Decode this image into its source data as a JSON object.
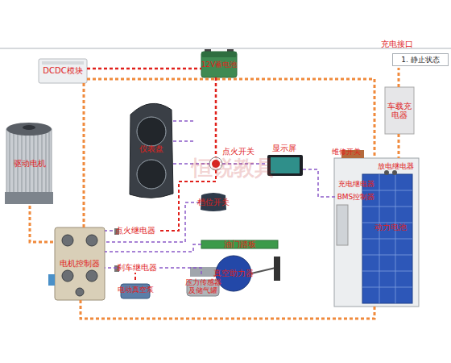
{
  "diagram": {
    "nodes": [
      {
        "text": [
          "DCDC模块"
        ]
      },
      {
        "text": [
          "12V蓄电池"
        ]
      },
      {
        "text": [
          "1. 静止状态"
        ]
      },
      {
        "text": [
          "车载充电器"
        ]
      },
      {
        "text": [
          "仪表盘"
        ]
      },
      {
        "text": [
          "驱动电机"
        ]
      },
      {
        "text": [
          "点火开关"
        ]
      },
      {
        "text": [
          "显示屏"
        ]
      },
      {
        "text": [
          "维修开关"
        ]
      },
      {
        "text": [
          "动力电池"
        ]
      },
      {
        "text": [
          "放电继电器"
        ],
        "in": 9
      },
      {
        "text": [
          "充电继电器"
        ],
        "in": 9
      },
      {
        "text": [
          "BMS控制器"
        ],
        "in": 9
      },
      {
        "text": [
          "档位开关"
        ]
      },
      {
        "text": [
          "点火继电器"
        ]
      },
      {
        "text": [
          "电机控制器"
        ]
      },
      {
        "text": [
          "油门踏板"
        ]
      },
      {
        "text": [
          "刹车继电器"
        ]
      },
      {
        "text": [
          "真空助力器"
        ]
      },
      {
        "text": [
          "电动真空泵"
        ]
      },
      {
        "text": [
          "压力传感器 及储气罐"
        ]
      }
    ],
    "edges": [
      {
        "from": 0,
        "to": 9,
        "arrow": "none"
      },
      {
        "from": 0,
        "to": 1,
        "arrow": "none"
      },
      {
        "from": 3,
        "to": 9,
        "arrow": "none"
      },
      {
        "from": 5,
        "to": 15,
        "arrow": "none"
      },
      {
        "from": 15,
        "to": 9,
        "arrow": "none"
      },
      {
        "from": 0,
        "to": 15,
        "arrow": "none"
      },
      {
        "from": 1,
        "to": 6,
        "arrow": "none"
      },
      {
        "from": 6,
        "to": 7,
        "arrow": "none"
      },
      {
        "from": 4,
        "to": 6,
        "arrow": "none"
      },
      {
        "from": 6,
        "to": 14,
        "arrow": "none"
      },
      {
        "from": 14,
        "to": 15,
        "arrow": "none"
      },
      {
        "from": 13,
        "to": 15,
        "arrow": "none"
      },
      {
        "from": 16,
        "to": 15,
        "arrow": "none"
      },
      {
        "from": 17,
        "to": 15,
        "arrow": "none"
      },
      {
        "from": 19,
        "to": 17,
        "arrow": "none"
      },
      {
        "from": 20,
        "to": 17,
        "arrow": "none"
      },
      {
        "from": 7,
        "to": 12,
        "arrow": "none"
      }
    ],
    "labels": [
      "充电接口",
      "恒锐教具"
    ]
  }
}
